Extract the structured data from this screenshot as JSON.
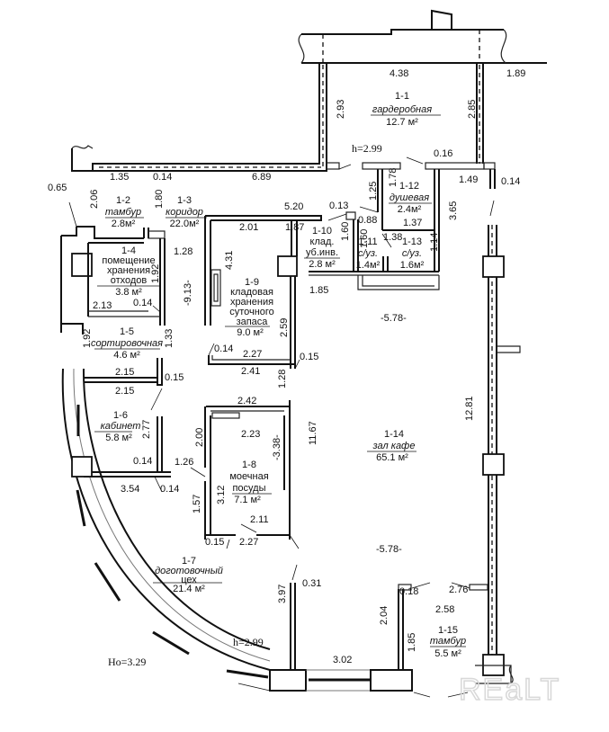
{
  "plan": {
    "rooms": [
      {
        "id": "1-1",
        "name": "гардеробная",
        "area": "12.7 м²"
      },
      {
        "id": "1-2",
        "name": "тамбур",
        "area": "2.8м²"
      },
      {
        "id": "1-3",
        "name": "коридор",
        "area": "22.0м²"
      },
      {
        "id": "1-4",
        "name_lines": [
          "помещение",
          "хранения",
          "отходов"
        ],
        "area": "3.8 м²"
      },
      {
        "id": "1-5",
        "name": "сортировочная",
        "area": "4.6 м²"
      },
      {
        "id": "1-6",
        "name": "кабинет",
        "area": "5.8 м²"
      },
      {
        "id": "1-7",
        "name_lines": [
          "доготовочный",
          "цех"
        ],
        "area": "21.4 м²"
      },
      {
        "id": "1-8",
        "name_lines": [
          "моечная",
          "посуды"
        ],
        "area": "7.1 м²"
      },
      {
        "id": "1-9",
        "name_lines": [
          "кладовая",
          "хранения",
          "суточного",
          "запаса"
        ],
        "area": "9.0 м²"
      },
      {
        "id": "1-10",
        "name_lines": [
          "клад.",
          "уб.инв."
        ],
        "area": "2.8 м²"
      },
      {
        "id": "1-11",
        "name": "с/уз.",
        "area": "1.4м²"
      },
      {
        "id": "1-12",
        "name": "душевая",
        "area": "2.4м²"
      },
      {
        "id": "1-13",
        "name": "с/уз.",
        "area": "1.6м²"
      },
      {
        "id": "1-14",
        "name": "зал кафе",
        "area": "65.1 м²"
      },
      {
        "id": "1-15",
        "name": "тамбур",
        "area": "5.5 м²"
      }
    ],
    "heights": {
      "h_top": "h=2.99",
      "h_bottom": "h=2.99",
      "ho": "Ho=3.29"
    },
    "dimensions": {
      "d438": "4.38",
      "d189": "1.89",
      "d293": "2.93",
      "d285": "2.85",
      "d016": "0.16",
      "d135": "1.35",
      "d014a": "0.14",
      "d689": "6.89",
      "d065": "0.65",
      "d206": "2.06",
      "d180": "1.80",
      "d520": "5.20",
      "d201": "2.01",
      "d187": "1.87",
      "d013": "0.13",
      "d125": "1.25",
      "d178": "1.78",
      "d149": "1.49",
      "d014b": "0.14",
      "d088": "0.88",
      "d137": "1.37",
      "d160a": "1.60",
      "d160b": "1.60",
      "d138": "1.38",
      "d114": "1.14",
      "d365": "3.65",
      "d128a": "1.28",
      "d431": "4.31",
      "d192a": "1.92",
      "d213": "2.13",
      "d014c": "0.14",
      "d913": "-9.13-",
      "d185": "1.85",
      "d578a": "-5.78-",
      "d192b": "1.92",
      "d133": "1.33",
      "d014d": "0.14",
      "d227a": "2.27",
      "d259": "2.59",
      "d241": "2.41",
      "d015a": "0.15",
      "d215a": "2.15",
      "d215b": "2.15",
      "d015b": "0.15",
      "d128b": "1.28",
      "d277": "2.77",
      "d242": "2.42",
      "d223": "2.23",
      "d200": "2.00",
      "d338": "-3.38-",
      "d1167": "11.67",
      "d1281": "12.81",
      "d014e": "0.14",
      "d126": "1.26",
      "d354": "3.54",
      "d014f": "0.14",
      "d312": "3.12",
      "d157": "1.57",
      "d211": "2.11",
      "d015c": "0.15",
      "d227b": "2.27",
      "d578b": "-5.78-",
      "d397": "3.97",
      "d031": "0.31",
      "d018": "0.18",
      "d276": "2.76",
      "d258": "2.58",
      "d204": "2.04",
      "d185b": "1.85",
      "d302": "3.02"
    },
    "watermark": "REaLT"
  }
}
